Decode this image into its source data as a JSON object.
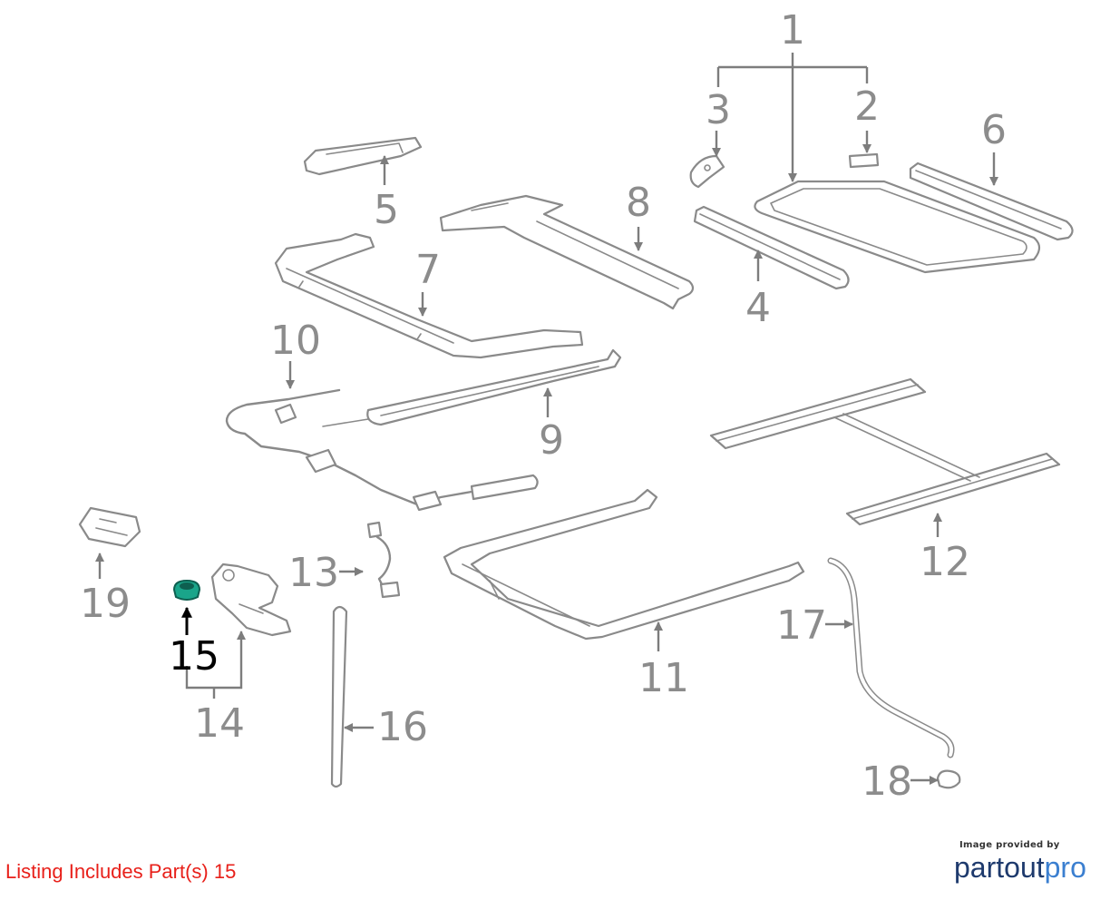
{
  "diagram": {
    "callouts": [
      "1",
      "2",
      "3",
      "4",
      "5",
      "6",
      "7",
      "8",
      "9",
      "10",
      "11",
      "12",
      "13",
      "14",
      "15",
      "16",
      "17",
      "18",
      "19"
    ],
    "highlighted_part": "15",
    "highlight_color": "#1aa58a",
    "line_color": "#8a8a8a"
  },
  "footer": {
    "listing_note": "Listing Includes Part(s) 15",
    "listing_color": "#e8201a",
    "credit_caption": "Image provided by",
    "credit_logo_part1": "partout",
    "credit_logo_part2": "pro"
  }
}
